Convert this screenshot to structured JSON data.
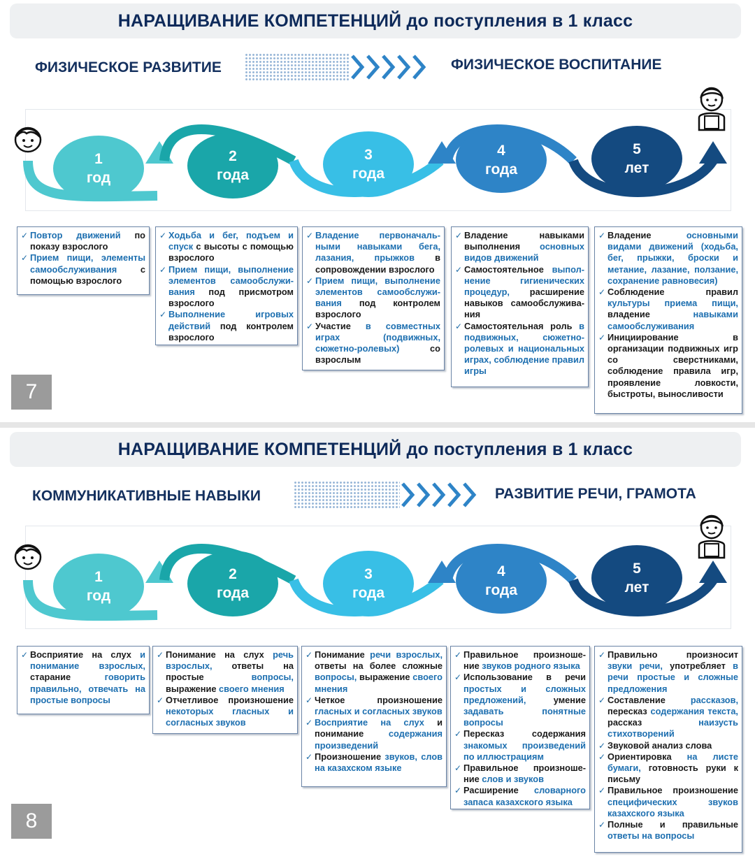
{
  "slides": [
    {
      "title": "НАРАЩИВАНИЕ КОМПЕТЕНЦИЙ до поступления в 1 класс",
      "left_heading": "ФИЗИЧЕСКОЕ РАЗВИТИЕ",
      "right_heading": "ФИЗИЧЕСКОЕ ВОСПИТАНИЕ",
      "page_number": "7",
      "stages": [
        {
          "num": "1",
          "unit": "год"
        },
        {
          "num": "2",
          "unit": "года"
        },
        {
          "num": "3",
          "unit": "года"
        },
        {
          "num": "4",
          "unit": "года"
        },
        {
          "num": "5",
          "unit": "лет"
        }
      ],
      "columns": [
        [
          [
            {
              "t": "Повтор движений",
              "c": "blue"
            },
            {
              "t": " по показу взрослого",
              "c": "dark"
            }
          ],
          [
            {
              "t": "Прием пищи, элементы самообслуживания",
              "c": "blue"
            },
            {
              "t": " с помощью взрослого",
              "c": "dark"
            }
          ]
        ],
        [
          [
            {
              "t": "Ходьба и бег, подъем и спуск",
              "c": "blue"
            },
            {
              "t": " с высоты с помощью взрослого",
              "c": "dark"
            }
          ],
          [
            {
              "t": "Прием пищи, выполнение элементов самообслужи-вания",
              "c": "blue"
            },
            {
              "t": " под присмотром взрослого",
              "c": "dark"
            }
          ],
          [
            {
              "t": "Выполнение игровых действий",
              "c": "blue"
            },
            {
              "t": " под контролем взрослого",
              "c": "dark"
            }
          ]
        ],
        [
          [
            {
              "t": "Владение первоначаль-ными навыками бега, лазания, прыжков",
              "c": "blue"
            },
            {
              "t": " в сопровождении взрослого",
              "c": "dark"
            }
          ],
          [
            {
              "t": "Прием пищи, выполнение элементов самообслужи-вания",
              "c": "blue"
            },
            {
              "t": " под контролем взрослого",
              "c": "dark"
            }
          ],
          [
            {
              "t": "Участие",
              "c": "dark"
            },
            {
              "t": " в совместных играх (подвижных, сюжетно-ролевых)",
              "c": "blue"
            },
            {
              "t": " со взрослым",
              "c": "dark"
            }
          ]
        ],
        [
          [
            {
              "t": "Владение навыками выполнения",
              "c": "dark"
            },
            {
              "t": " основных видов движений",
              "c": "blue"
            }
          ],
          [
            {
              "t": "Самостоятельное",
              "c": "dark"
            },
            {
              "t": " выпол-нение гигиенических процедур,",
              "c": "blue"
            },
            {
              "t": " расширение навыков самообслужива-ния",
              "c": "dark"
            }
          ],
          [
            {
              "t": "Самостоятельная роль",
              "c": "dark"
            },
            {
              "t": " в подвижных, сюжетно-ролевых и национальных играх,",
              "c": "blue"
            },
            {
              "t": " соблюдение правил игры",
              "c": "blue"
            }
          ]
        ],
        [
          [
            {
              "t": "Владение",
              "c": "dark"
            },
            {
              "t": " основными видами движений (ходьба, бег, прыжки, броски и метание, лазание, ползание, сохранение равновесия)",
              "c": "blue"
            }
          ],
          [
            {
              "t": "Соблюдение правил",
              "c": "dark"
            },
            {
              "t": " культуры приема пищи,",
              "c": "blue"
            },
            {
              "t": " владение",
              "c": "dark"
            },
            {
              "t": " навыками самообслуживания",
              "c": "blue"
            }
          ],
          [
            {
              "t": "Инициирование в организации подвижных игр со сверстниками, соблюдение правила игр, проявление ловкости, быстроты, выносливости",
              "c": "dark"
            }
          ]
        ]
      ]
    },
    {
      "title": "НАРАЩИВАНИЕ КОМПЕТЕНЦИЙ до поступления в 1 класс",
      "left_heading": "КОММУНИКАТИВНЫЕ НАВЫКИ",
      "right_heading": "РАЗВИТИЕ  РЕЧИ, ГРАМОТА",
      "page_number": "8",
      "stages": [
        {
          "num": "1",
          "unit": "год"
        },
        {
          "num": "2",
          "unit": "года"
        },
        {
          "num": "3",
          "unit": "года"
        },
        {
          "num": "4",
          "unit": "года"
        },
        {
          "num": "5",
          "unit": "лет"
        }
      ],
      "columns": [
        [
          [
            {
              "t": "Восприятие на слух",
              "c": "dark"
            },
            {
              "t": " и понимание взрослых,",
              "c": "blue"
            },
            {
              "t": " старание",
              "c": "dark"
            },
            {
              "t": " говорить правильно, отвечать на простые вопросы",
              "c": "blue"
            }
          ]
        ],
        [
          [
            {
              "t": "Понимание на слух",
              "c": "dark"
            },
            {
              "t": " речь взрослых,",
              "c": "blue"
            },
            {
              "t": " ответы на простые",
              "c": "dark"
            },
            {
              "t": " вопросы,",
              "c": "blue"
            },
            {
              "t": " выражение",
              "c": "dark"
            },
            {
              "t": " своего мнения",
              "c": "blue"
            }
          ],
          [
            {
              "t": "Отчетливое произношение",
              "c": "dark"
            },
            {
              "t": " некоторых гласных и согласных звуков",
              "c": "blue"
            }
          ]
        ],
        [
          [
            {
              "t": "Понимание",
              "c": "dark"
            },
            {
              "t": " речи взрослых,",
              "c": "blue"
            },
            {
              "t": " ответы на более сложные",
              "c": "dark"
            },
            {
              "t": " вопросы,",
              "c": "blue"
            },
            {
              "t": " выражение",
              "c": "dark"
            },
            {
              "t": " своего мнения",
              "c": "blue"
            }
          ],
          [
            {
              "t": "Четкое произношение",
              "c": "dark"
            },
            {
              "t": " гласных и согласных звуков",
              "c": "blue"
            }
          ],
          [
            {
              "t": "Восприятие на слух",
              "c": "blue"
            },
            {
              "t": " и понимание",
              "c": "dark"
            },
            {
              "t": " содержания произведений",
              "c": "blue"
            }
          ],
          [
            {
              "t": "Произношение",
              "c": "dark"
            },
            {
              "t": " звуков, слов на казахском языке",
              "c": "blue"
            }
          ]
        ],
        [
          [
            {
              "t": "Правильное произноше-ние",
              "c": "dark"
            },
            {
              "t": " звуков родного языка",
              "c": "blue"
            }
          ],
          [
            {
              "t": "Использование в речи",
              "c": "dark"
            },
            {
              "t": " простых и сложных предложений,",
              "c": "blue"
            },
            {
              "t": " умение",
              "c": "dark"
            },
            {
              "t": " задавать понятные вопросы",
              "c": "blue"
            }
          ],
          [
            {
              "t": "Пересказ содержания",
              "c": "dark"
            },
            {
              "t": " знакомых произведений по иллюстрациям",
              "c": "blue"
            }
          ],
          [
            {
              "t": "Правильное произноше-ние",
              "c": "dark"
            },
            {
              "t": " слов и звуков",
              "c": "blue"
            }
          ],
          [
            {
              "t": "Расширение",
              "c": "dark"
            },
            {
              "t": " словарного запаса казахского языка",
              "c": "blue"
            }
          ]
        ],
        [
          [
            {
              "t": "Правильно произносит",
              "c": "dark"
            },
            {
              "t": " звуки речи,",
              "c": "blue"
            },
            {
              "t": " употребляет",
              "c": "dark"
            },
            {
              "t": " в речи простые и сложные предложения",
              "c": "blue"
            }
          ],
          [
            {
              "t": "Составление",
              "c": "dark"
            },
            {
              "t": " рассказов,",
              "c": "blue"
            },
            {
              "t": " пересказ",
              "c": "dark"
            },
            {
              "t": " содержания текста,",
              "c": "blue"
            },
            {
              "t": " рассказ",
              "c": "dark"
            },
            {
              "t": " наизусть стихотворений",
              "c": "blue"
            }
          ],
          [
            {
              "t": "Звуковой анализ слова",
              "c": "dark"
            }
          ],
          [
            {
              "t": "Ориентировка",
              "c": "dark"
            },
            {
              "t": " на листе бумаги,",
              "c": "blue"
            },
            {
              "t": " готовность руки к письму",
              "c": "dark"
            }
          ],
          [
            {
              "t": "Правильное произношение",
              "c": "dark"
            },
            {
              "t": " специфических звуков казахского языка",
              "c": "blue"
            }
          ],
          [
            {
              "t": "Полные и правильные",
              "c": "dark"
            },
            {
              "t": " ответы на вопросы",
              "c": "blue"
            }
          ]
        ]
      ]
    }
  ],
  "colors": {
    "title_text": "#0e2a5a",
    "accent_blue": "#1d6fb0",
    "stage1": "#4ec8cf",
    "stage2": "#1aa6a9",
    "stage3": "#38bfe6",
    "stage4": "#2e84c7",
    "stage5": "#144a80"
  },
  "icons": [
    "baby-face-icon",
    "schoolchild-icon",
    "chevron-arrows-icon",
    "check-icon"
  ]
}
